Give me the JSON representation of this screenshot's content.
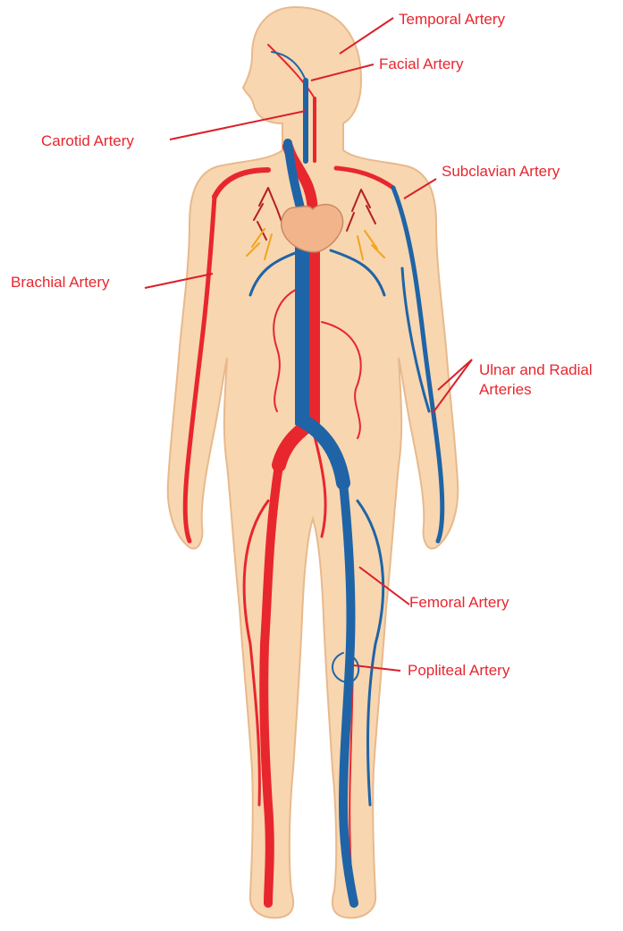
{
  "colors": {
    "skin": "#f8d6b0",
    "skin_outline": "#e8b98c",
    "artery": "#e8262e",
    "vein": "#1f64a6",
    "heart": "#f2b48a",
    "lung_red": "#b51f23",
    "lung_yellow": "#f2a51c",
    "label": "#e8262e",
    "pointer": "#d9202a"
  },
  "icons": [
    "heart-icon",
    "arrow-icon"
  ],
  "labels": {
    "temporal": "Temporal Artery",
    "facial": "Facial Artery",
    "carotid": "Carotid Artery",
    "subclavian": "Subclavian Artery",
    "brachial": "Brachial Artery",
    "ulnar_line1": "Ulnar and Radial",
    "ulnar_line2": "Arteries",
    "femoral": "Femoral Artery",
    "popliteal": "Popliteal Artery"
  }
}
